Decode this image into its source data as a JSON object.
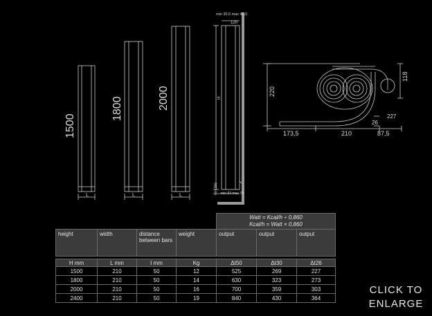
{
  "drawing": {
    "radiators": [
      {
        "height_label": "1500",
        "width_label": "L"
      },
      {
        "height_label": "1800",
        "width_label": "L"
      },
      {
        "height_label": "2000",
        "width_label": "L"
      }
    ],
    "side_view": {
      "top_note": "min 30,5 max 40,5",
      "top_dim": "120",
      "height_label": "H",
      "bottom_left": "min 150",
      "bottom_note": "min 64 max 74"
    },
    "plan_view": {
      "height_dim": "220",
      "right_height_dim": "118",
      "dim_left": "173,5",
      "dim_middle": "210",
      "dim_right": "87,5",
      "dim_small": "26",
      "dim_inner": "227"
    }
  },
  "table": {
    "formula_line1": "Watt = Kcal/h ÷ 0,860",
    "formula_line2": "Kcal/h = Watt × 0,860",
    "headers": [
      "height",
      "width",
      "distance\nbetween bars",
      "weight",
      "output",
      "output",
      "output"
    ],
    "units": [
      "H mm",
      "L mm",
      "I mm",
      "Kg",
      "Δt50",
      "Δt30",
      "Δt26"
    ],
    "rows": [
      [
        "1500",
        "210",
        "50",
        "12",
        "525",
        "269",
        "227"
      ],
      [
        "1800",
        "210",
        "50",
        "14",
        "630",
        "323",
        "273"
      ],
      [
        "2000",
        "210",
        "50",
        "16",
        "700",
        "359",
        "303"
      ],
      [
        "2400",
        "210",
        "50",
        "19",
        "840",
        "430",
        "364"
      ]
    ]
  },
  "enlarge": {
    "line1": "CLICK TO",
    "line2": "ENLARGE"
  }
}
